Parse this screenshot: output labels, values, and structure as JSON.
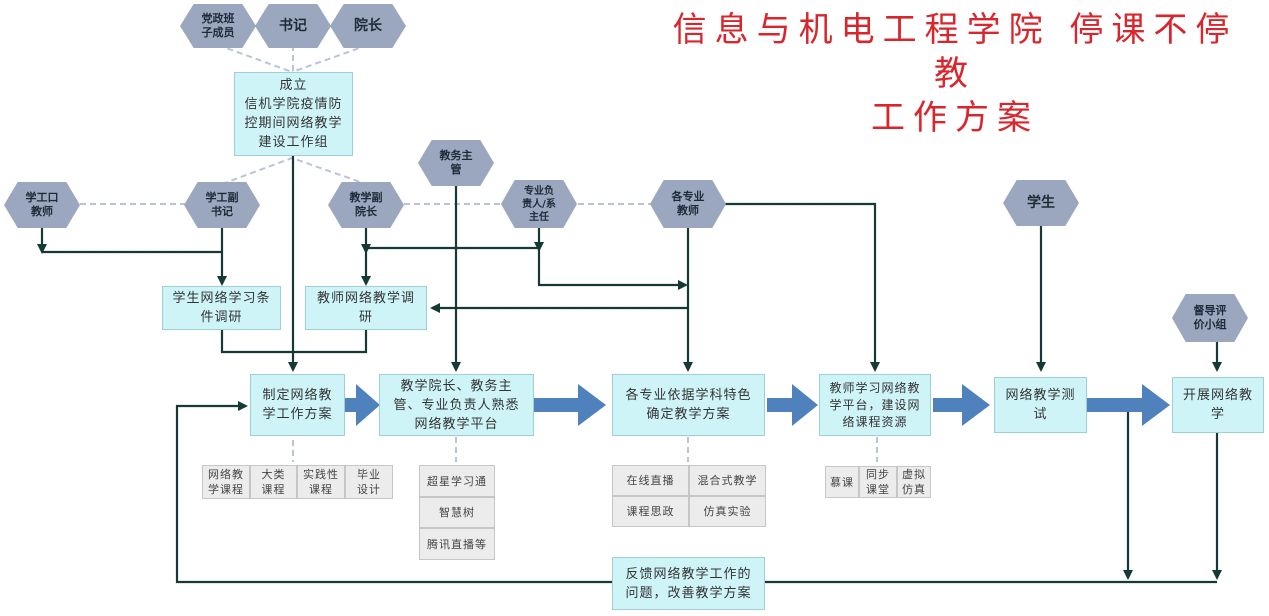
{
  "title": "信息与机电工程学院 停课不停教\n工作方案",
  "colors": {
    "title": "#d9262c",
    "role_hexagon": "#9aa7bf",
    "process_box": "#cff4f8",
    "tag_box": "#ececec",
    "connector": "#153a36",
    "flow_arrow": "#4f81bd",
    "dashed_link": "#b9c4d8"
  },
  "roles": {
    "party_committee": "党政班\n子成员",
    "secretary": "书记",
    "dean": "院长",
    "student_affairs_teacher": "学工口\n教师",
    "deputy_secretary_student": "学工副\n书记",
    "academic_affairs_head": "教务主\n管",
    "deputy_dean_teaching": "教学副\n院长",
    "program_leader": "专业负\n责人/系\n主任",
    "program_teachers": "各专业\n教师",
    "students": "学生",
    "supervision_group": "督导评\n价小组"
  },
  "boxes": {
    "working_group": "成立\n信机学院疫情防\n控期间网络教学\n建设工作组",
    "student_survey": "学生网络学习条\n件调研",
    "teacher_survey": "教师网络教学调\n研",
    "step1": "制定网络教\n学工作方案",
    "step2": "教学院长、教务主\n管、专业负责人熟悉\n网络教学平台",
    "step3": "各专业依据学科特色\n确定教学方案",
    "step4": "教师学习网络教\n学平台，建设网\n络课程资源",
    "step5": "网络教学测\n试",
    "step6": "开展网络教\n学",
    "feedback": "反馈网络教学工作的\n问题，改善教学方案"
  },
  "tags": {
    "step1": [
      "网络教\n学课程",
      "大类\n课程",
      "实践性\n课程",
      "毕业\n设计"
    ],
    "step2": [
      "超星学习通",
      "智慧树",
      "腾讯直播等"
    ],
    "step3": [
      "在线直播",
      "混合式教学",
      "课程思政",
      "仿真实验"
    ],
    "step4": [
      "慕课",
      "同步\n课堂",
      "虚拟\n仿真"
    ]
  }
}
